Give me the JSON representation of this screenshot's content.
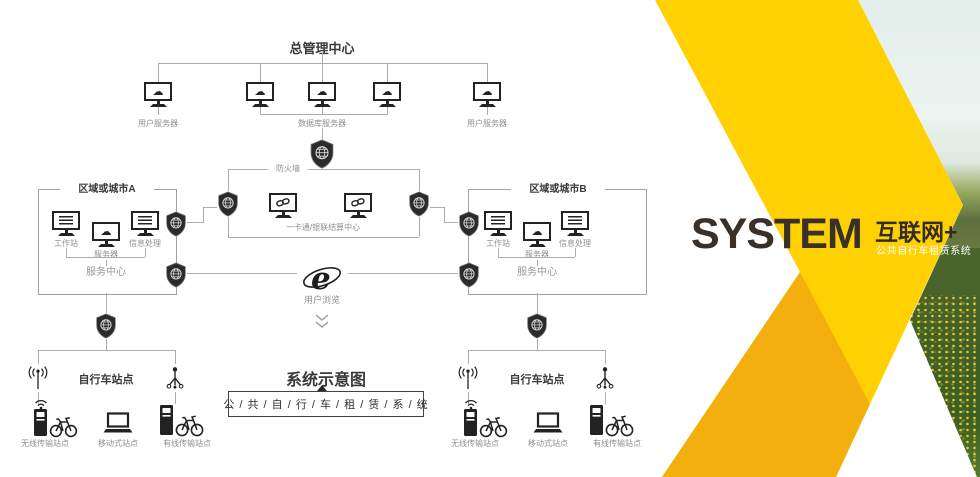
{
  "headquarters": {
    "title": "总管理中心",
    "user_server_label": "用户服务器",
    "database_server_label": "数据库服务器"
  },
  "firewall_label": "防火墙",
  "settlement_center_label": "一卡通/银联结算中心",
  "user_browse_label": "用户浏览",
  "region_a": {
    "title": "区域或城市A",
    "workstation": "工作站",
    "server": "服务器",
    "info_processing": "信息处理",
    "service_center": "服务中心"
  },
  "region_b": {
    "title": "区域或城市B",
    "workstation": "工作站",
    "server": "服务器",
    "info_processing": "信息处理",
    "service_center": "服务中心"
  },
  "bike_station": {
    "title": "自行车站点",
    "wireless": "无线传输站点",
    "mobile": "移动式站点",
    "wired": "有线传输站点"
  },
  "schematic": {
    "title": "系统示意图",
    "banner": "公 / 共 / 自 / 行 / 车 / 租 / 赁 / 系 / 统"
  },
  "brand": {
    "word": "SYSTEM",
    "headline": "互联网+",
    "tagline": "公共自行车租赁系统"
  },
  "icons": {
    "cloud": "☁"
  },
  "colors": {
    "yellow": "#ffd103",
    "gold": "#f2af0e",
    "ink": "#2b2b2b",
    "line": "#acacac"
  }
}
